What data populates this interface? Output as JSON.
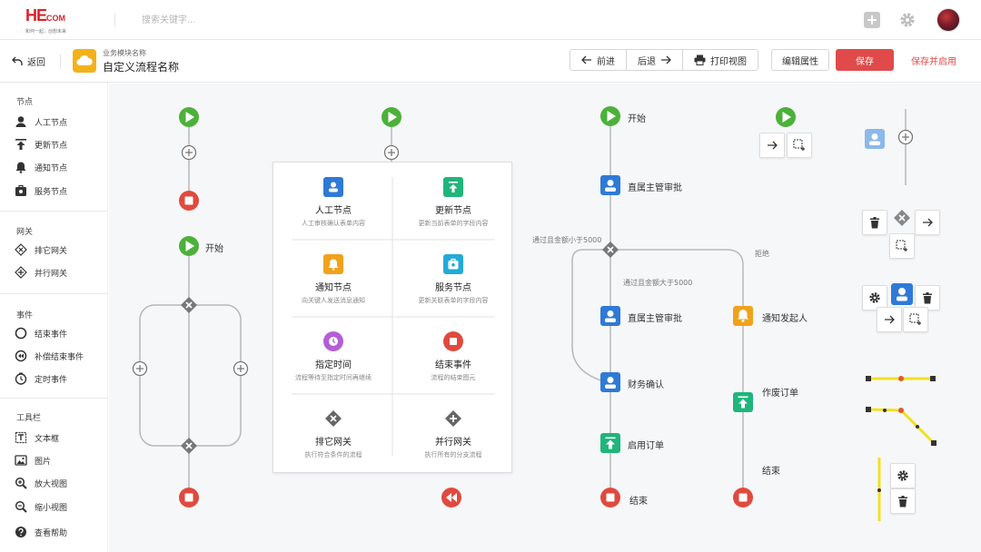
{
  "header": {
    "logo_text": "HE",
    "logo_text_small": "COM",
    "logo_slogan": "和何一起，创想未来",
    "search_placeholder": "搜索关键字..."
  },
  "toolbar": {
    "back_label": "返回",
    "module_name": "业务模块名称",
    "process_name": "自定义流程名称",
    "forward_label": "前进",
    "backward_label": "后退",
    "print_label": "打印视图",
    "edit_label": "编辑属性",
    "save_label": "保存",
    "save_publish_label": "保存并启用"
  },
  "sidebar": {
    "nodes_title": "节点",
    "nodes": [
      "人工节点",
      "更新节点",
      "通知节点",
      "服务节点"
    ],
    "gateways_title": "网关",
    "gateways": [
      "排它网关",
      "并行网关"
    ],
    "events_title": "事件",
    "events": [
      "结束事件",
      "补偿结束事件",
      "定时事件"
    ],
    "tools_title": "工具栏",
    "tools": [
      "文本框",
      "图片",
      "放大视图",
      "缩小视图",
      "查看帮助"
    ]
  },
  "palette": {
    "items": [
      {
        "title": "人工节点",
        "desc": "人工审核确认表单内容",
        "color": "#2e7ad6"
      },
      {
        "title": "更新节点",
        "desc": "更新当前表单的字段内容",
        "color": "#1fb57b"
      },
      {
        "title": "通知节点",
        "desc": "向关键人发送消息通知",
        "color": "#f0a21c"
      },
      {
        "title": "服务节点",
        "desc": "更新关联表单的字段内容",
        "color": "#25a9d8"
      },
      {
        "title": "指定时间",
        "desc": "流程等待至指定时间再继续",
        "color": "#b45ed6"
      },
      {
        "title": "结束事件",
        "desc": "流程的结束图元",
        "color": "#e04a3e"
      },
      {
        "title": "排它网关",
        "desc": "执行符合条件的流程",
        "color": "#555555"
      },
      {
        "title": "并行网关",
        "desc": "执行所有的分支流程",
        "color": "#555555"
      }
    ]
  },
  "flow": {
    "start_label_1": "开始",
    "start_label_2": "开始",
    "approve_1": "直属主管审批",
    "cond_1": "通过且金额小于5000",
    "cond_reject": "拒绝",
    "cond_2": "通过且金额大于5000",
    "approve_2": "直属主管审批",
    "notify": "通知发起人",
    "finance": "财务确认",
    "void_order": "作废订单",
    "enable_order": "启用订单",
    "end_1": "结束",
    "end_2": "结束"
  },
  "colors": {
    "start": "#4cb13a",
    "end": "#e04a3e",
    "manual": "#2e7ad6",
    "update": "#1fb57b",
    "notify": "#f0a21c",
    "accent": "#e04a4a",
    "highlight": "#f3e021"
  }
}
